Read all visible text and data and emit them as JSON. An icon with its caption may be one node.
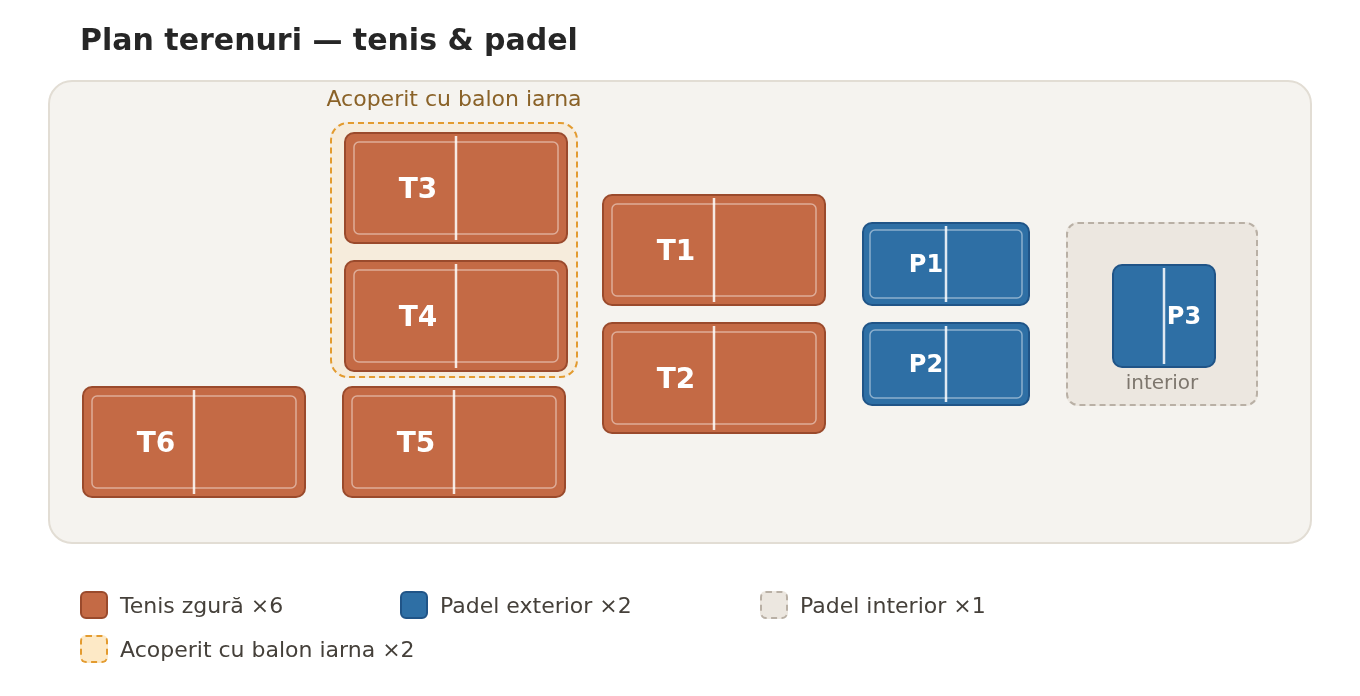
{
  "diagram": {
    "title": "Plan terenuri — tenis & padel",
    "nodes": [
      {
        "text": [],
        "shape": "box"
      },
      {
        "text": [
          "Acoperit cu balon iarna"
        ],
        "in": 0
      },
      {
        "text": [
          "T3"
        ],
        "in": 1
      },
      {
        "text": [
          "T4"
        ],
        "in": 1
      },
      {
        "text": [
          "T1"
        ],
        "in": 0
      },
      {
        "text": [
          "P1"
        ],
        "in": 0
      },
      {
        "text": [
          "interior"
        ],
        "in": 0
      },
      {
        "text": [
          "P3"
        ],
        "in": 6
      },
      {
        "text": [
          "T2"
        ],
        "in": 0
      },
      {
        "text": [
          "P2"
        ],
        "in": 0
      },
      {
        "text": [
          "T6"
        ],
        "in": 0
      },
      {
        "text": [
          "T5"
        ],
        "in": 0
      }
    ],
    "legend": [
      {
        "text": "Tenis zgură ×6",
        "color": "#c46a45"
      },
      {
        "text": "Padel exterior ×2",
        "color": "#2e6fa5"
      },
      {
        "text": "Padel interior ×1",
        "color": "#ece7e0"
      },
      {
        "text": "Acoperit cu balon iarna ×2",
        "color": "#fde9c6"
      }
    ]
  }
}
